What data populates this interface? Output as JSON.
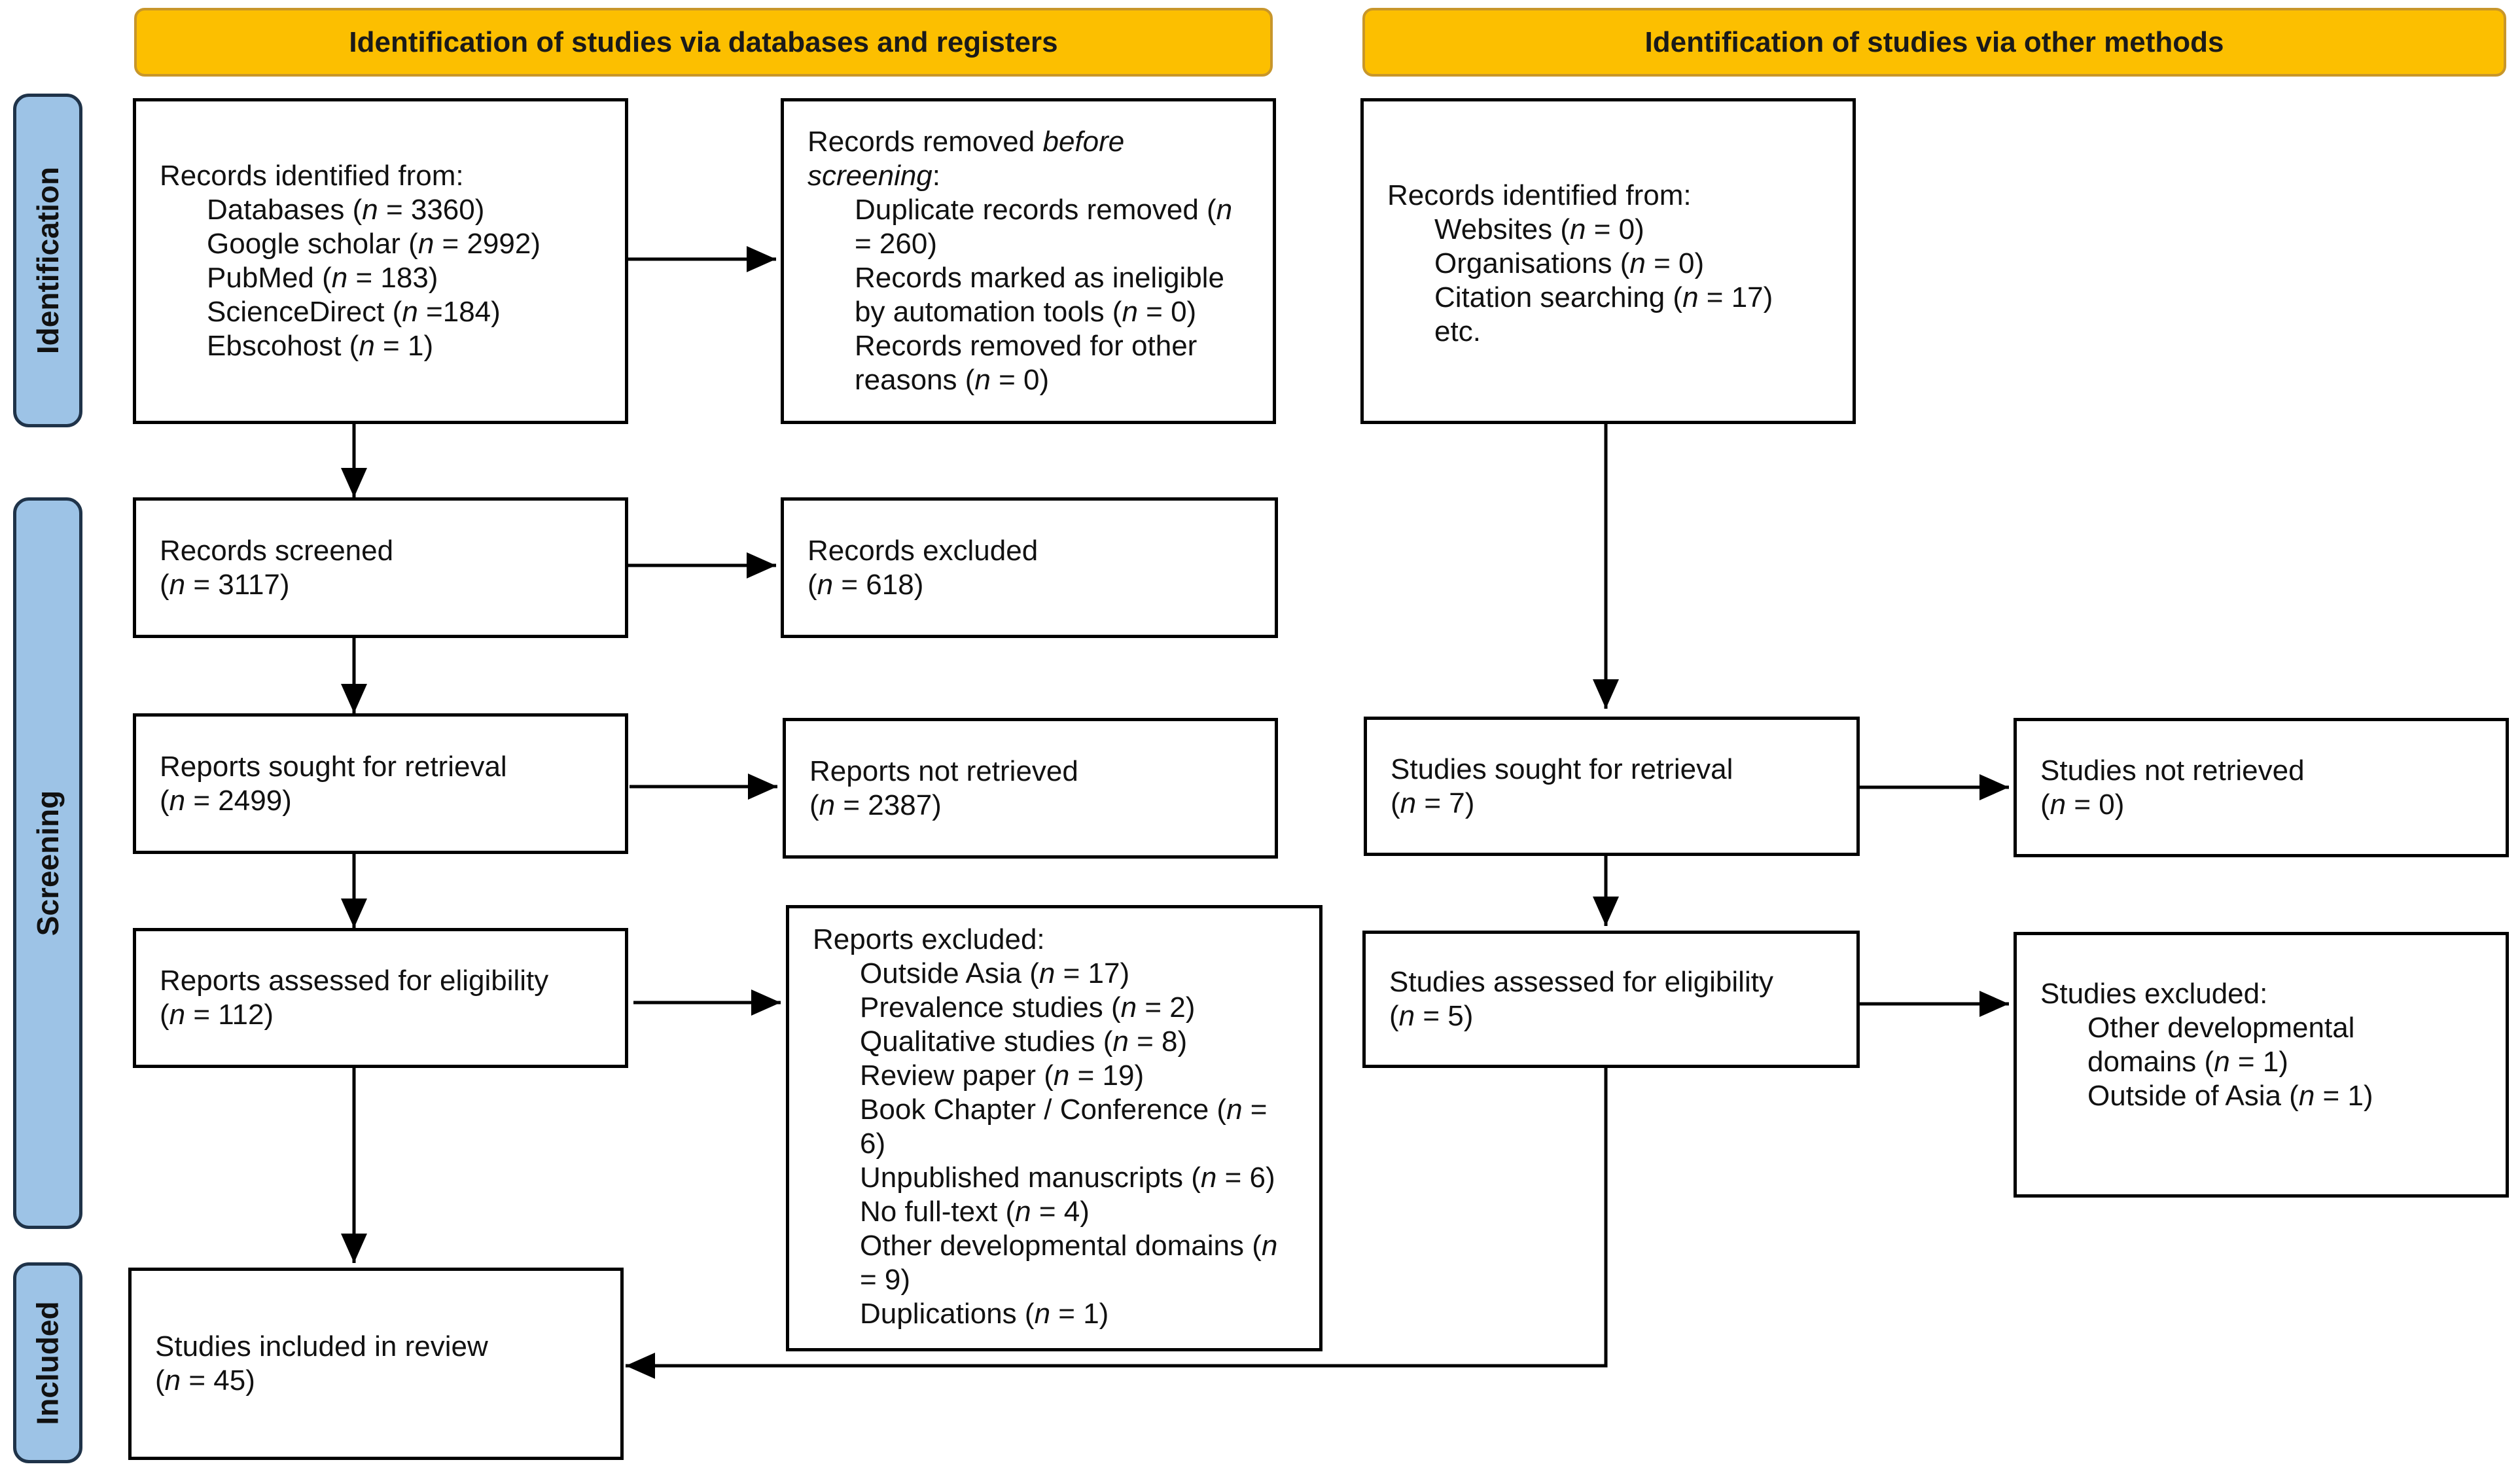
{
  "headers": {
    "databases": "Identification of studies via databases and registers",
    "other": "Identification of studies via other methods"
  },
  "stages": {
    "identification": "Identification",
    "screening": "Screening",
    "included": "Included"
  },
  "boxes": {
    "identified_db": {
      "title": "Records identified from:",
      "items": [
        {
          "pre": "Databases (",
          "n": "n",
          "post": " = 3360)"
        },
        {
          "pre": "Google scholar (",
          "n": "n",
          "post": " = 2992)"
        },
        {
          "pre": "PubMed (",
          "n": "n",
          "post": " = 183)"
        },
        {
          "pre": "ScienceDirect (",
          "n": "n",
          "post": " =184)"
        },
        {
          "pre": "Ebscohost (",
          "n": "n",
          "post": " = 1)"
        }
      ]
    },
    "removed_before": {
      "title_a": "Records removed ",
      "title_b": "before",
      "title_c": "screening",
      "title_d": ":",
      "items": [
        {
          "l1": "Duplicate records removed (",
          "n": "n",
          "l1b": "",
          "l2": "= 260)"
        },
        {
          "l1": "Records marked as ineligible",
          "l2pre": "by automation tools (",
          "n2": "n",
          "l2post": " = 0)"
        },
        {
          "l1": "Records removed for other",
          "l2pre": "reasons (",
          "n2": "n",
          "l2post": " = 0)"
        }
      ]
    },
    "identified_other": {
      "title": "Records identified from:",
      "items": [
        {
          "pre": "Websites (",
          "n": "n",
          "post": " = 0)"
        },
        {
          "pre": "Organisations (",
          "n": "n",
          "post": " = 0)"
        },
        {
          "pre": "Citation searching (",
          "n": "n",
          "post": " = 17)"
        },
        {
          "pre": "etc.",
          "n": "",
          "post": ""
        }
      ]
    },
    "screened": {
      "title": "Records screened",
      "n": "n",
      "count": " = 3117)"
    },
    "excluded": {
      "title": "Records excluded",
      "n": "n",
      "count": " = 618)"
    },
    "sought_db": {
      "title": "Reports sought for retrieval",
      "n": "n",
      "count": " = 2499)"
    },
    "not_retrieved_db": {
      "title": "Reports not retrieved",
      "n": "n",
      "count": " = 2387)"
    },
    "assessed_db": {
      "title": "Reports assessed for eligibility",
      "n": "n",
      "count": " = 112)"
    },
    "reports_excluded": {
      "title": "Reports excluded:",
      "items": [
        {
          "pre": "Outside Asia (",
          "n": "n",
          "post": " = 17)"
        },
        {
          "pre": "Prevalence studies (",
          "n": "n",
          "post": " = 2)"
        },
        {
          "pre": "Qualitative studies (",
          "n": "n",
          "post": " = 8)"
        },
        {
          "pre": "Review paper (",
          "n": "n",
          "post": " = 19)"
        },
        {
          "pre": "Book Chapter / Conference (",
          "n": "n",
          "post": " =",
          "cont": "6)"
        },
        {
          "pre": "Unpublished manuscripts (",
          "n": "n",
          "post": " = 6)"
        },
        {
          "pre": "No full-text (",
          "n": "n",
          "post": " = 4)"
        },
        {
          "pre": "Other developmental domains (",
          "n": "n",
          "post": "",
          "cont": "= 9)"
        },
        {
          "pre": "Duplications (",
          "n": "n",
          "post": " = 1)"
        }
      ]
    },
    "sought_other": {
      "title": "Studies sought for retrieval",
      "n": "n",
      "count": " = 7)"
    },
    "not_retrieved_other": {
      "title": "Studies not retrieved",
      "n": "n",
      "count": " = 0)"
    },
    "assessed_other": {
      "title": "Studies assessed for eligibility",
      "n": "n",
      "count": " = 5)"
    },
    "studies_excluded": {
      "title": "Studies excluded:",
      "l1": "Other developmental",
      "l2pre": "domains (",
      "l2n": "n",
      "l2post": " = 1)",
      "l3pre": "Outside of Asia (",
      "l3n": "n",
      "l3post": " = 1)"
    },
    "included": {
      "title": "Studies included in review",
      "n": "n",
      "count": " = 45)"
    }
  },
  "count_open": "(",
  "colors": {
    "header_fill": "#fcbf00",
    "stage_fill": "#9dc3e6",
    "line": "#000000"
  }
}
